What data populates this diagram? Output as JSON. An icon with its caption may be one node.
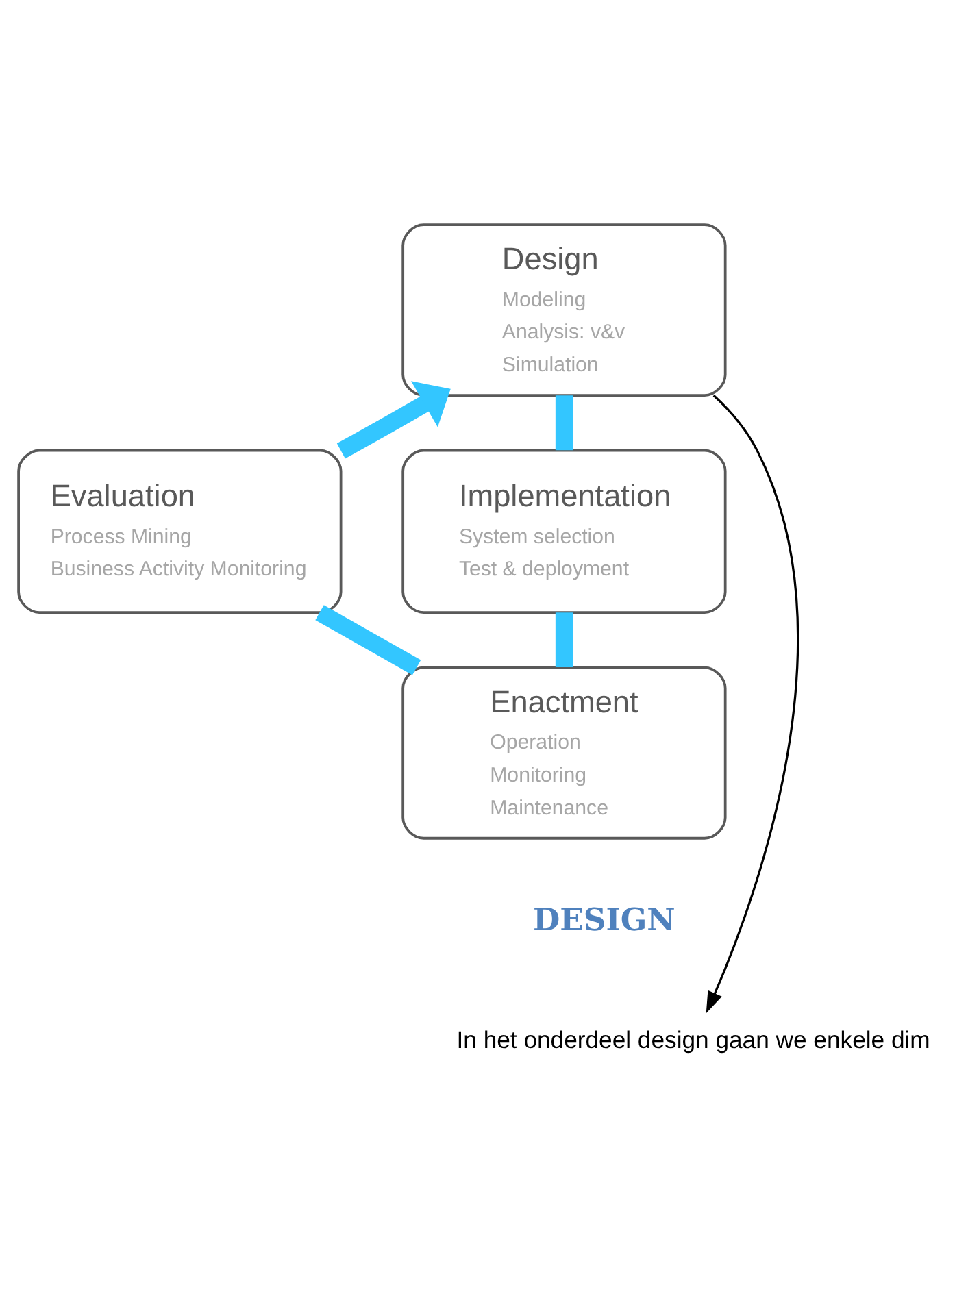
{
  "diagram": {
    "nodes": [
      {
        "text": [
          "Design",
          "Modeling",
          "Analysis: v&v",
          "Simulation"
        ]
      },
      {
        "text": [
          "Implementation",
          "System selection",
          "Test & deployment"
        ]
      },
      {
        "text": [
          "Enactment",
          "Operation",
          "Monitoring",
          "Maintenance"
        ]
      },
      {
        "text": [
          "Evaluation",
          "Process Mining",
          "Business Activity Monitoring"
        ]
      },
      {
        "text": [
          "In het onderdeel design gaan we enkele dim"
        ]
      }
    ],
    "edges": [
      {
        "from": 0,
        "to": 1,
        "arrow": "none"
      },
      {
        "from": 1,
        "to": 2,
        "arrow": "none"
      },
      {
        "from": 2,
        "to": 3,
        "arrow": "none"
      },
      {
        "from": 3,
        "to": 0,
        "arrow": "to"
      },
      {
        "from": 0,
        "to": 4,
        "arrow": "to",
        "color": "#000000"
      }
    ],
    "labels": [
      "DESIGN"
    ]
  }
}
